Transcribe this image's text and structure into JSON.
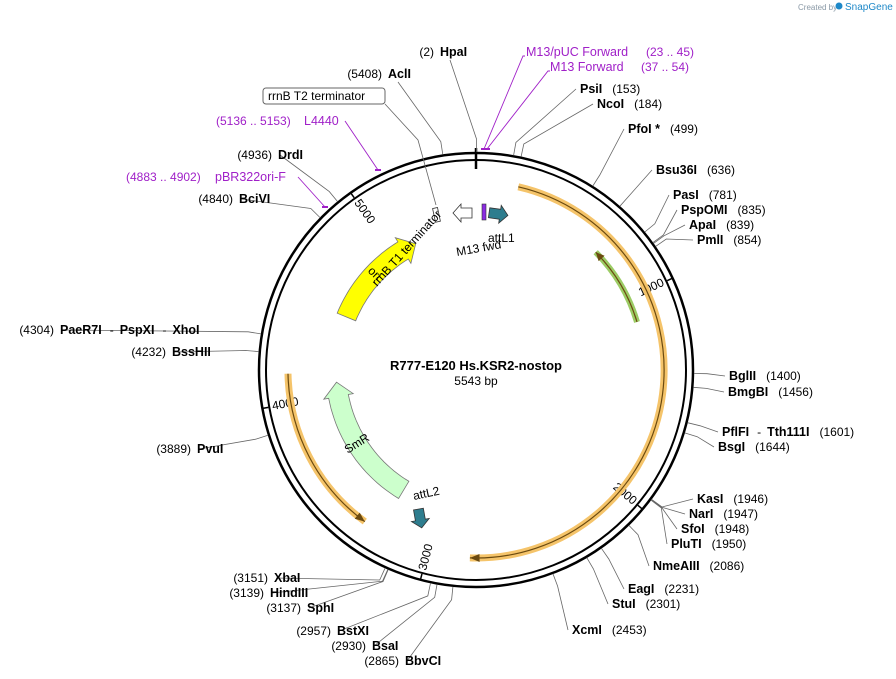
{
  "header": {
    "created_by": "Created by",
    "brand": "SnapGene"
  },
  "plasmid": {
    "name": "R777-E120 Hs.KSR2-nostop",
    "length_label": "5543 bp"
  },
  "ticks": [
    {
      "label": "1000",
      "pos": 1000
    },
    {
      "label": "2000",
      "pos": 2000
    },
    {
      "label": "3000",
      "pos": 3000
    },
    {
      "label": "4000",
      "pos": 4000
    },
    {
      "label": "5000",
      "pos": 5000
    }
  ],
  "enzymes": [
    {
      "name": "HpaI",
      "pos_label": "(2)",
      "pos": 2
    },
    {
      "name": "AclI",
      "pos_label": "(5408)",
      "pos": 5408
    },
    {
      "name": "PsiI",
      "pos_label": "(153)",
      "pos": 153
    },
    {
      "name": "NcoI",
      "pos_label": "(184)",
      "pos": 184
    },
    {
      "name": "PfoI *",
      "pos_label": "(499)",
      "pos": 499
    },
    {
      "name": "Bsu36I",
      "pos_label": "(636)",
      "pos": 636
    },
    {
      "name": "PasI",
      "pos_label": "(781)",
      "pos": 781
    },
    {
      "name": "PspOMI",
      "pos_label": "(835)",
      "pos": 835
    },
    {
      "name": "ApaI",
      "pos_label": "(839)",
      "pos": 839
    },
    {
      "name": "PmlI",
      "pos_label": "(854)",
      "pos": 854
    },
    {
      "name": "BglII",
      "pos_label": "(1400)",
      "pos": 1400
    },
    {
      "name": "BmgBI",
      "pos_label": "(1456)",
      "pos": 1456
    },
    {
      "name": "PflFI",
      "name2": "Tth111I",
      "sep": "-",
      "pos_label": "(1601)",
      "pos": 1601
    },
    {
      "name": "BsgI",
      "pos_label": "(1644)",
      "pos": 1644
    },
    {
      "name": "KasI",
      "pos_label": "(1946)",
      "pos": 1946
    },
    {
      "name": "NarI",
      "pos_label": "(1947)",
      "pos": 1947
    },
    {
      "name": "SfoI",
      "pos_label": "(1948)",
      "pos": 1948
    },
    {
      "name": "PluTI",
      "pos_label": "(1950)",
      "pos": 1950
    },
    {
      "name": "NmeAIII",
      "pos_label": "(2086)",
      "pos": 2086
    },
    {
      "name": "EagI",
      "pos_label": "(2231)",
      "pos": 2231
    },
    {
      "name": "StuI",
      "pos_label": "(2301)",
      "pos": 2301
    },
    {
      "name": "XcmI",
      "pos_label": "(2453)",
      "pos": 2453
    },
    {
      "name": "BbvCI",
      "pos_label": "(2865)",
      "pos": 2865
    },
    {
      "name": "BsaI",
      "pos_label": "(2930)",
      "pos": 2930
    },
    {
      "name": "BstXI",
      "pos_label": "(2957)",
      "pos": 2957
    },
    {
      "name": "SphI",
      "pos_label": "(3137)",
      "pos": 3137
    },
    {
      "name": "HindIII",
      "pos_label": "(3139)",
      "pos": 3139
    },
    {
      "name": "XbaI",
      "pos_label": "(3151)",
      "pos": 3151
    },
    {
      "name": "PvuI",
      "pos_label": "(3889)",
      "pos": 3889
    },
    {
      "name": "BssHII",
      "pos_label": "(4232)",
      "pos": 4232
    },
    {
      "name": "PaeR7I",
      "name2": "PspXI",
      "name3": "XhoI",
      "sep": "-",
      "pos_label": "(4304)",
      "pos": 4304
    },
    {
      "name": "BciVI",
      "pos_label": "(4840)",
      "pos": 4840
    },
    {
      "name": "DrdI",
      "pos_label": "(4936)",
      "pos": 4936
    }
  ],
  "primers": [
    {
      "name": "M13/pUC Forward",
      "range_label": "(23 .. 45)",
      "start": 23,
      "end": 45
    },
    {
      "name": "M13 Forward",
      "range_label": "(37 .. 54)",
      "start": 37,
      "end": 54
    },
    {
      "name": "L4440",
      "range_label": "(5136 .. 5153)",
      "start": 5136,
      "end": 5153
    },
    {
      "name": "pBR322ori-F",
      "range_label": "(4883 .. 4902)",
      "start": 4883,
      "end": 4902
    }
  ],
  "features": [
    {
      "name": "ori",
      "start": 4500,
      "end": 5150,
      "color": "#ffff00"
    },
    {
      "name": "SmR",
      "start": 3250,
      "end": 4080,
      "color": "#ccffcc"
    },
    {
      "name": "attL1",
      "color": "#2e7d8e"
    },
    {
      "name": "attL2",
      "color": "#2e7d8e"
    },
    {
      "name": "M13 fwd",
      "color": "#ffffff"
    },
    {
      "name": "rrnB T1 terminator",
      "color": "#ffffff"
    },
    {
      "name": "rrnB T2 terminator",
      "color": "#ffffff"
    }
  ],
  "orf_outer": {
    "start": 200,
    "end": 2800,
    "color": "#f5c46a"
  },
  "orf_green": {
    "start": 700,
    "end": 1130,
    "color": "#9ccc65"
  },
  "orf_left": {
    "start": 3330,
    "end": 4140,
    "color": "#f5c46a"
  }
}
